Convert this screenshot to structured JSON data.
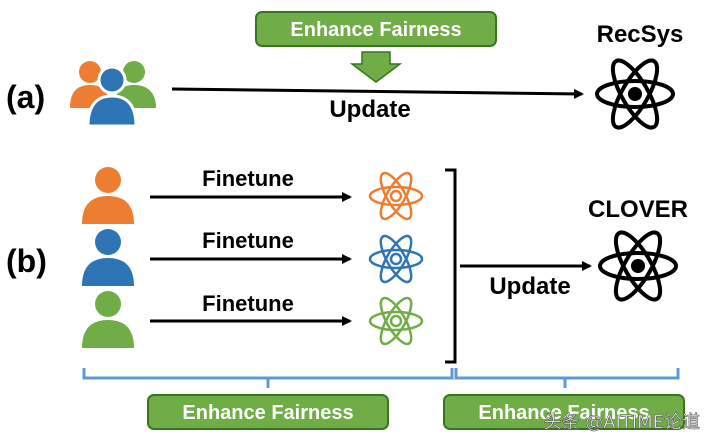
{
  "colors": {
    "orange": "#ED7D31",
    "blue": "#2E75B6",
    "green": "#70AD47",
    "green_box": "#70AD47",
    "green_box_border": "#38761D",
    "brace_blue": "#5B9BD5",
    "black": "#000000"
  },
  "icons": {
    "user_group": "users-group-icon",
    "user": "user-icon",
    "atom": "atom-icon",
    "down_arrow": "down-arrow-icon"
  },
  "panel_a": {
    "label": "(a)",
    "enhance_fairness": "Enhance Fairness",
    "update": "Update",
    "target": "RecSys"
  },
  "panel_b": {
    "label": "(b)",
    "rows": [
      {
        "finetune": "Finetune",
        "color": "orange"
      },
      {
        "finetune": "Finetune",
        "color": "blue"
      },
      {
        "finetune": "Finetune",
        "color": "green"
      }
    ],
    "update": "Update",
    "target": "CLOVER",
    "enhance_fairness_left": "Enhance Fairness",
    "enhance_fairness_right": "Enhance Fairness"
  },
  "watermark": "头条 @AITIME论道"
}
